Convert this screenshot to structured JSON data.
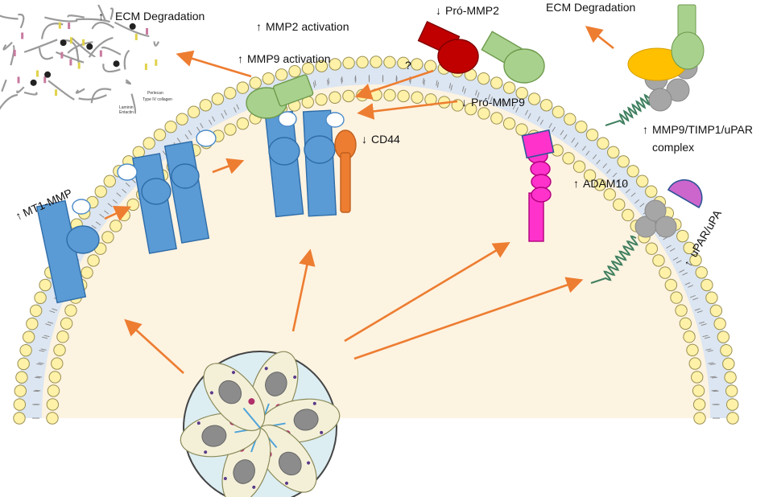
{
  "labels": {
    "ecm_left": "ECM Degradation",
    "mmp2_activation": "MMP2 activation",
    "mmp9_activation": "MMP9 activation",
    "pro_mmp2": "Pró-MMP2",
    "pro_mmp9": "Pró-MMP9",
    "question": "?",
    "ecm_right": "ECM Degradation",
    "complex_line1": "MMP9/TIMP1/uPAR",
    "complex_line2": "complex",
    "cd44": "CD44",
    "adam10": "ADAM10",
    "mt1_mmp": "MT1-MMP",
    "upar_upa": "uPAR/uPA"
  },
  "ecm_inset": {
    "perlecan": "Perlecan",
    "type_iv_collagen": "Type IV collagen",
    "laminin": "Laminin",
    "entactin": "Entactin"
  },
  "colors": {
    "arrow": "#ED7D31",
    "membrane_head": "#FFF2A8",
    "mmp_blue": "#5B9BD5",
    "pro_mmp2_red": "#C00000",
    "pro_mmp9_green": "#A9D18E",
    "cd44_orange": "#ED7D31",
    "adam10_magenta": "#FF33CC",
    "upa_purple": "#CC66CC",
    "timp1_yellow": "#FFC000",
    "cytoplasm": "#FDF3E1"
  }
}
